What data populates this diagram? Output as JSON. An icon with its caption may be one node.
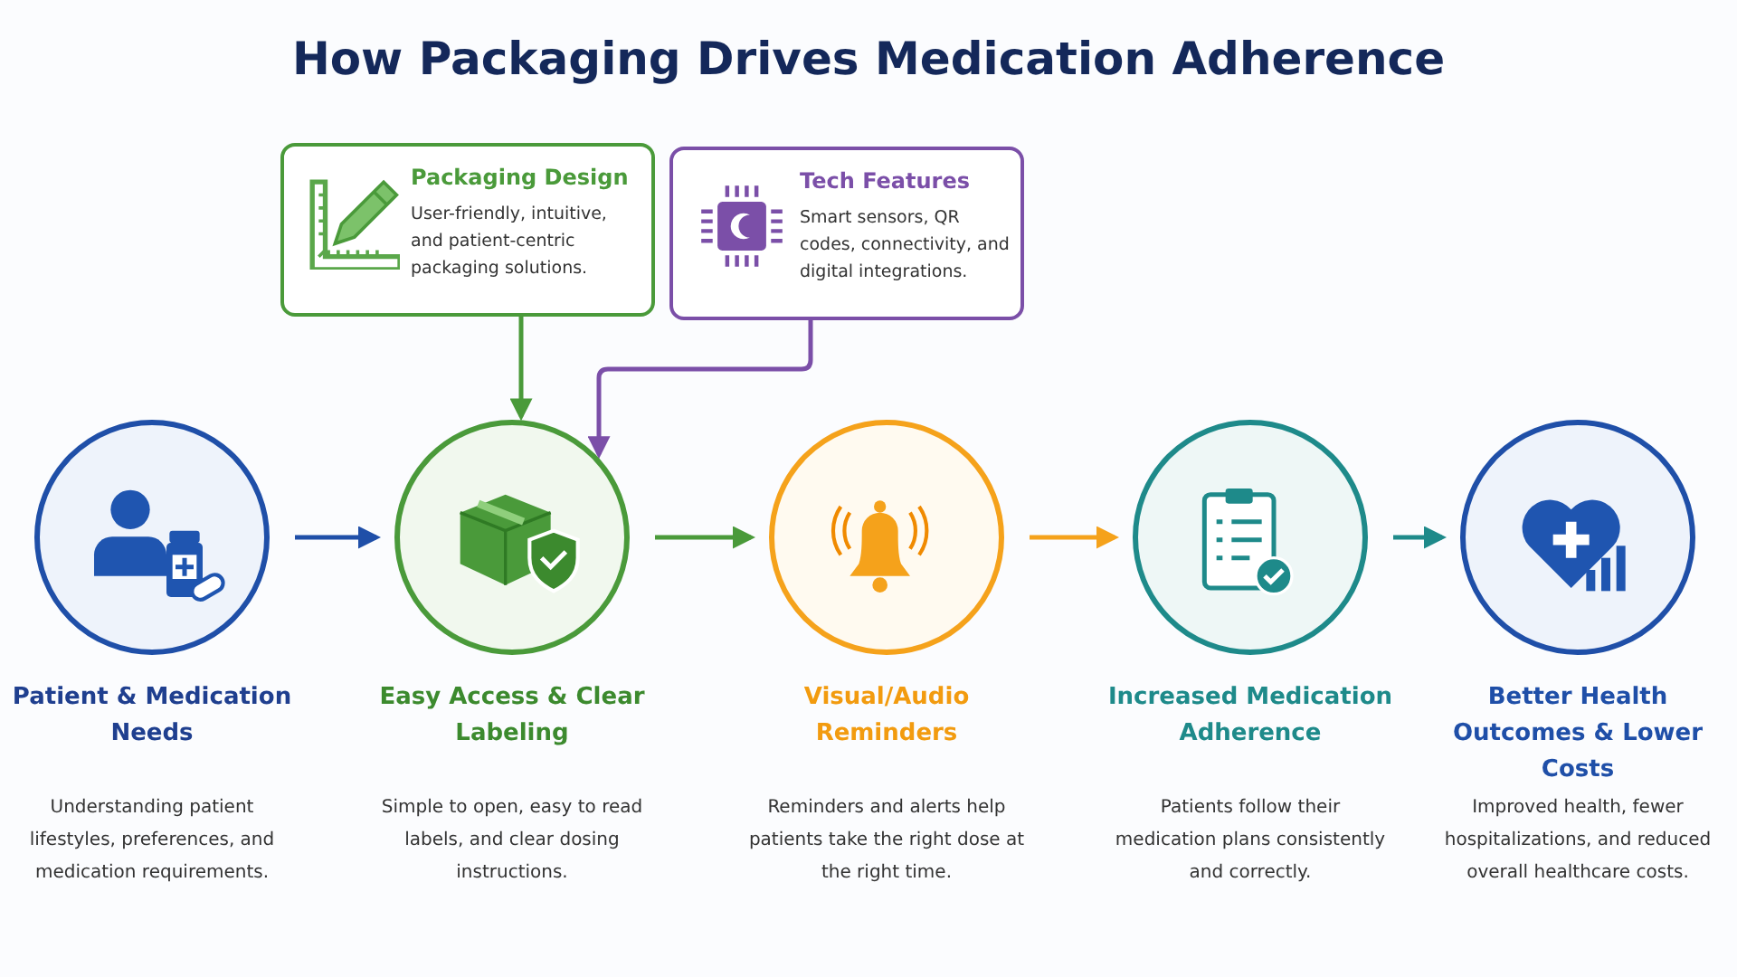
{
  "diagram": {
    "title": "How Packaging Drives Medication Adherence",
    "nodes": [
      {
        "text": [
          "Packaging Design",
          "User-friendly, intuitive, and patient-centric packaging solutions."
        ]
      },
      {
        "text": [
          "Tech Features",
          "Smart sensors, QR codes, connectivity, and digital integrations."
        ]
      },
      {
        "text": [
          "Patient & Medication Needs",
          "Understanding patient lifestyles, preferences, and medication requirements."
        ]
      },
      {
        "text": [
          "Easy Access & Clear Labeling",
          "Simple to open, easy to read labels, and clear dosing instructions."
        ]
      },
      {
        "text": [
          "Visual/Audio Reminders",
          "Reminders and alerts help patients take the right dose at the right time."
        ]
      },
      {
        "text": [
          "Increased Medication Adherence",
          "Patients follow their medication plans consistently and correctly."
        ]
      },
      {
        "text": [
          "Better Health Outcomes & Lower Costs",
          "Improved health, fewer hospitalizations, and reduced overall healthcare costs."
        ]
      }
    ],
    "edges": [
      {
        "from": 0,
        "to": 3,
        "arrow": "to",
        "color": "#4a9a3a"
      },
      {
        "from": 1,
        "to": 3,
        "arrow": "to",
        "color": "#7b4fa8"
      },
      {
        "from": 2,
        "to": 3,
        "arrow": "to",
        "color": "#1f4fa8"
      },
      {
        "from": 3,
        "to": 4,
        "arrow": "to",
        "color": "#4a9a3a"
      },
      {
        "from": 4,
        "to": 5,
        "arrow": "to",
        "color": "#f5a21b"
      },
      {
        "from": 5,
        "to": 6,
        "arrow": "to",
        "color": "#1e8a8a"
      }
    ]
  }
}
